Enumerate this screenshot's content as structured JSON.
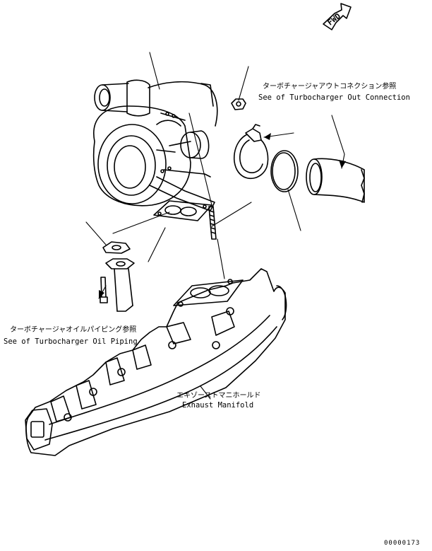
{
  "fwd_label": "FWD",
  "callouts": {
    "turbo_out": {
      "jp": "ターボチャージャアウトコネクション参照",
      "en": "See of Turbocharger Out Connection"
    },
    "oil_piping": {
      "jp": "ターボチャージャオイルパイピング参照",
      "en": "See of Turbocharger Oil Piping"
    },
    "manifold": {
      "jp": "エキゾーストマニホールド",
      "en": "Exhaust Manifold"
    }
  },
  "part_number": "00000173",
  "colors": {
    "ink": "#000000",
    "paper": "#ffffff"
  }
}
